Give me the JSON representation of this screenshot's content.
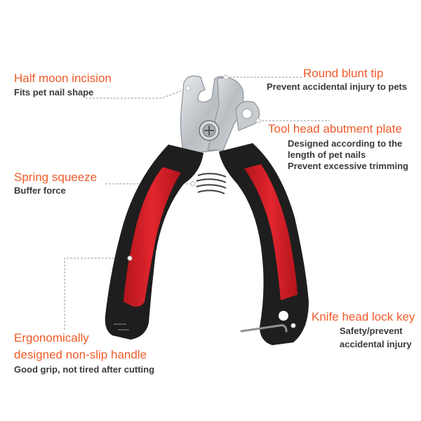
{
  "colors": {
    "accent": "#f05a28",
    "text": "#3a3a3a",
    "handle_red": "#d8222a",
    "handle_black": "#1e1e1e",
    "blade": "#c9cdd1"
  },
  "callouts": {
    "half_moon": {
      "title": "Half moon incision",
      "subtitle": "Fits pet nail shape"
    },
    "round_tip": {
      "title": "Round blunt tip",
      "subtitle": "Prevent accidental injury to pets"
    },
    "abutment": {
      "title": "Tool head abutment plate",
      "lines": [
        "Designed according to the",
        "length of pet nails",
        "Prevent excessive trimming"
      ]
    },
    "spring": {
      "title": "Spring squeeze",
      "subtitle": "Buffer force"
    },
    "handle": {
      "title_lines": [
        "Ergonomically",
        "designed non-slip handle"
      ],
      "subtitle": "Good grip, not tired after cutting"
    },
    "lock": {
      "title": "Knife head lock key",
      "lines": [
        "Safety/prevent",
        "accidental injury"
      ]
    }
  }
}
